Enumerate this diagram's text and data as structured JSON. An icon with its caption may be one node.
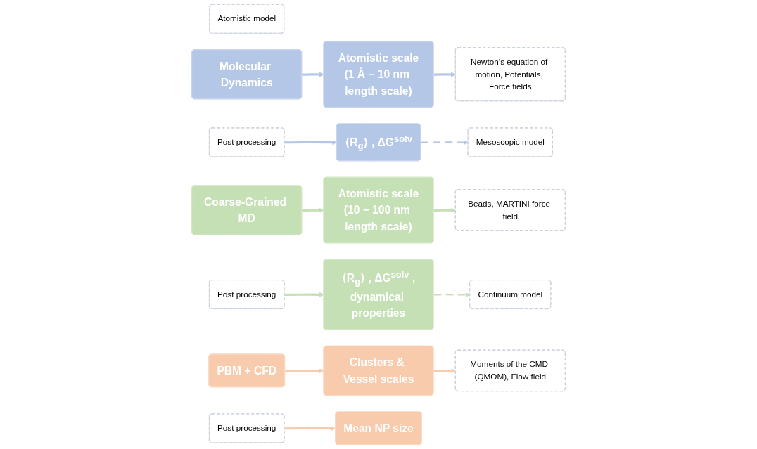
{
  "diagram": {
    "nodes": [
      {
        "text": [
          "Atomistic model"
        ]
      },
      {
        "text": [
          "Molecular Dynamics"
        ]
      },
      {
        "text": [
          "Atomistic scale",
          "(1 Å − 10 nm length scale)"
        ]
      },
      {
        "text": [
          "Newton’s equation of motion, Potentials, Force fields"
        ]
      },
      {
        "text": [
          "Post processing"
        ]
      },
      {
        "text": [
          "⟨R$_{g}$⟩ , ΔG$^{solv}$"
        ]
      },
      {
        "text": [
          "Mesoscopic model"
        ]
      },
      {
        "text": [
          "Coarse-Grained MD"
        ]
      },
      {
        "text": [
          "Atomistic scale",
          "(10 − 100 nm length scale)"
        ]
      },
      {
        "text": [
          "Beads, MARTINI force field"
        ]
      },
      {
        "text": [
          "Post processing"
        ]
      },
      {
        "text": [
          "⟨R$_{g}$⟩ , ΔG$^{solv}$ ,",
          "dynamical properties"
        ]
      },
      {
        "text": [
          "Continuum model"
        ]
      },
      {
        "text": [
          "PBM + CFD"
        ]
      },
      {
        "text": [
          "Clusters & Vessel scales"
        ]
      },
      {
        "text": [
          "Moments of the CMD (QMOM), Flow field"
        ]
      },
      {
        "text": [
          "Post processing"
        ]
      },
      {
        "text": [
          "Mean NP size"
        ]
      }
    ],
    "edges": [
      {
        "from": 1,
        "to": 2,
        "arrow": "to",
        "color": "#b4c7e7"
      },
      {
        "from": 2,
        "to": 3,
        "arrow": "to",
        "color": "#b4c7e7"
      },
      {
        "from": 4,
        "to": 5,
        "arrow": "to",
        "color": "#b4c7e7"
      },
      {
        "from": 5,
        "to": 6,
        "arrow": "to",
        "style": "dashed",
        "color": "#b4c7e7"
      },
      {
        "from": 7,
        "to": 8,
        "arrow": "to",
        "color": "#c5e0b4"
      },
      {
        "from": 8,
        "to": 9,
        "arrow": "to",
        "color": "#c5e0b4"
      },
      {
        "from": 10,
        "to": 11,
        "arrow": "to",
        "color": "#c5e0b4"
      },
      {
        "from": 11,
        "to": 12,
        "arrow": "to",
        "style": "dashed",
        "color": "#c5e0b4"
      },
      {
        "from": 13,
        "to": 14,
        "arrow": "to",
        "color": "#f8cbad"
      },
      {
        "from": 14,
        "to": 15,
        "arrow": "to",
        "color": "#f8cbad"
      },
      {
        "from": 16,
        "to": 17,
        "arrow": "to",
        "color": "#f8cbad"
      }
    ]
  }
}
